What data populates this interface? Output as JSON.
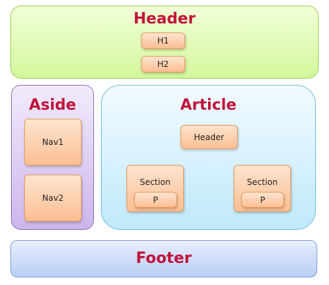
{
  "header": {
    "title": "Header",
    "items": [
      "H1",
      "H2"
    ]
  },
  "aside": {
    "title": "Aside",
    "items": [
      "Nav1",
      "Nav2"
    ]
  },
  "article": {
    "title": "Article",
    "header": "Header",
    "sections": [
      {
        "label": "Section",
        "child": "P"
      },
      {
        "label": "Section",
        "child": "P"
      }
    ]
  },
  "footer": {
    "title": "Footer"
  },
  "colors": {
    "title_text": "#c0143c",
    "header_fill": "#d2f79a",
    "aside_fill": "#cdb5ec",
    "article_fill": "#bfe9fb",
    "footer_fill": "#b9cdf6",
    "tile_fill": "#fbbf93"
  }
}
